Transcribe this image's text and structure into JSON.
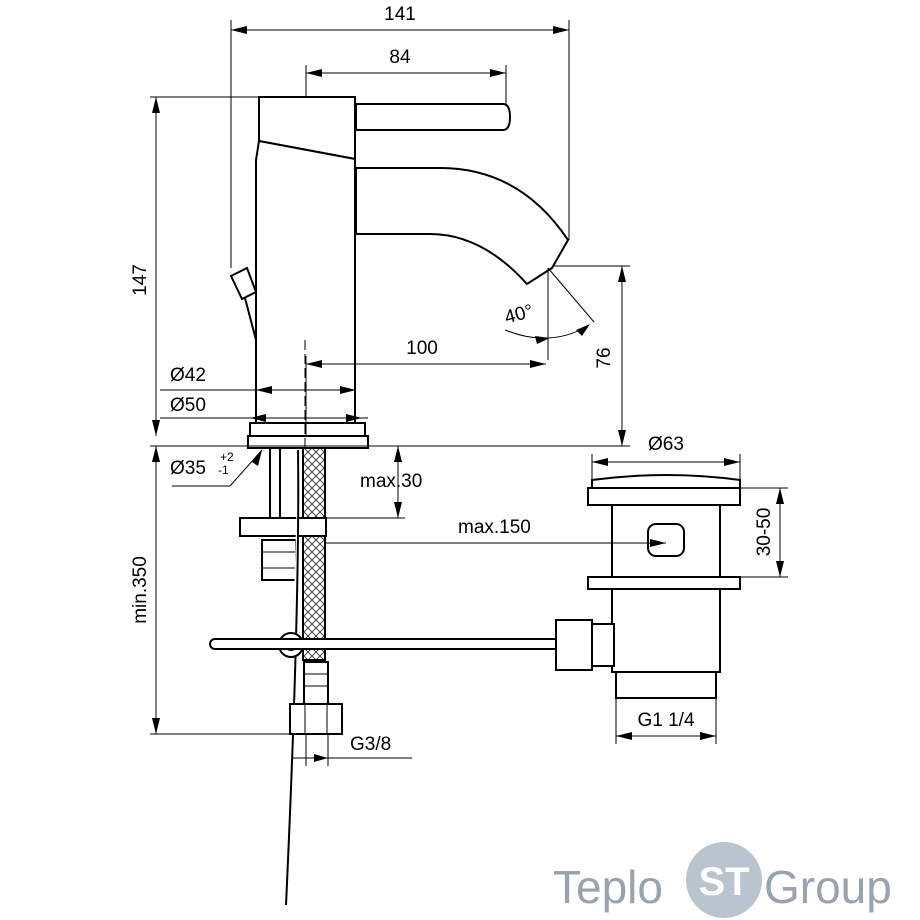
{
  "dimensions": {
    "width_total": "141",
    "lever_width": "84",
    "height": "147",
    "spout_angle": "40°",
    "spout_reach": "100",
    "spout_height": "76",
    "body_dia_42": "Ø42",
    "base_dia_50": "Ø50",
    "hole_dia": "Ø35",
    "hole_tol_plus": "+2",
    "hole_tol_minus": "-1",
    "deck_max": "max.30",
    "rod_max": "max.150",
    "hose_min": "min.350",
    "connection": "G3/8",
    "waste_dia": "Ø63",
    "waste_range": "30-50",
    "waste_thread": "G1 1/4"
  },
  "watermark": {
    "prefix": "Teplo",
    "badge": "ST",
    "suffix": "Group",
    "badge_color": "#b9c4cf",
    "text_color": "#9aa3ad"
  }
}
